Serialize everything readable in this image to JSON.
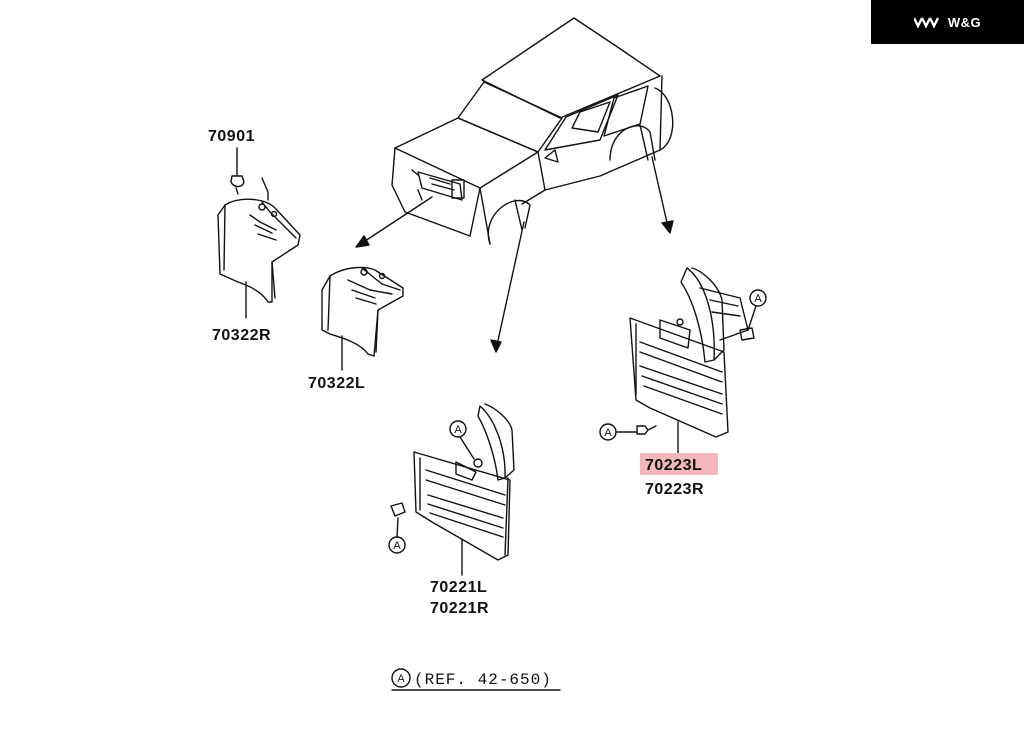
{
  "brand": {
    "logo_text": "W&G",
    "logo_icon": "chevron-stripes-icon"
  },
  "parts": {
    "clip_top": "70901",
    "front_right": "70322R",
    "front_left": "70322L",
    "mid_left": "70221L",
    "mid_right": "70221R",
    "rear_left": "70223L",
    "rear_right": "70223R"
  },
  "highlight_color": "#f4b8bc",
  "callout_letter": "A",
  "reference_note": "(REF. 42-650)"
}
